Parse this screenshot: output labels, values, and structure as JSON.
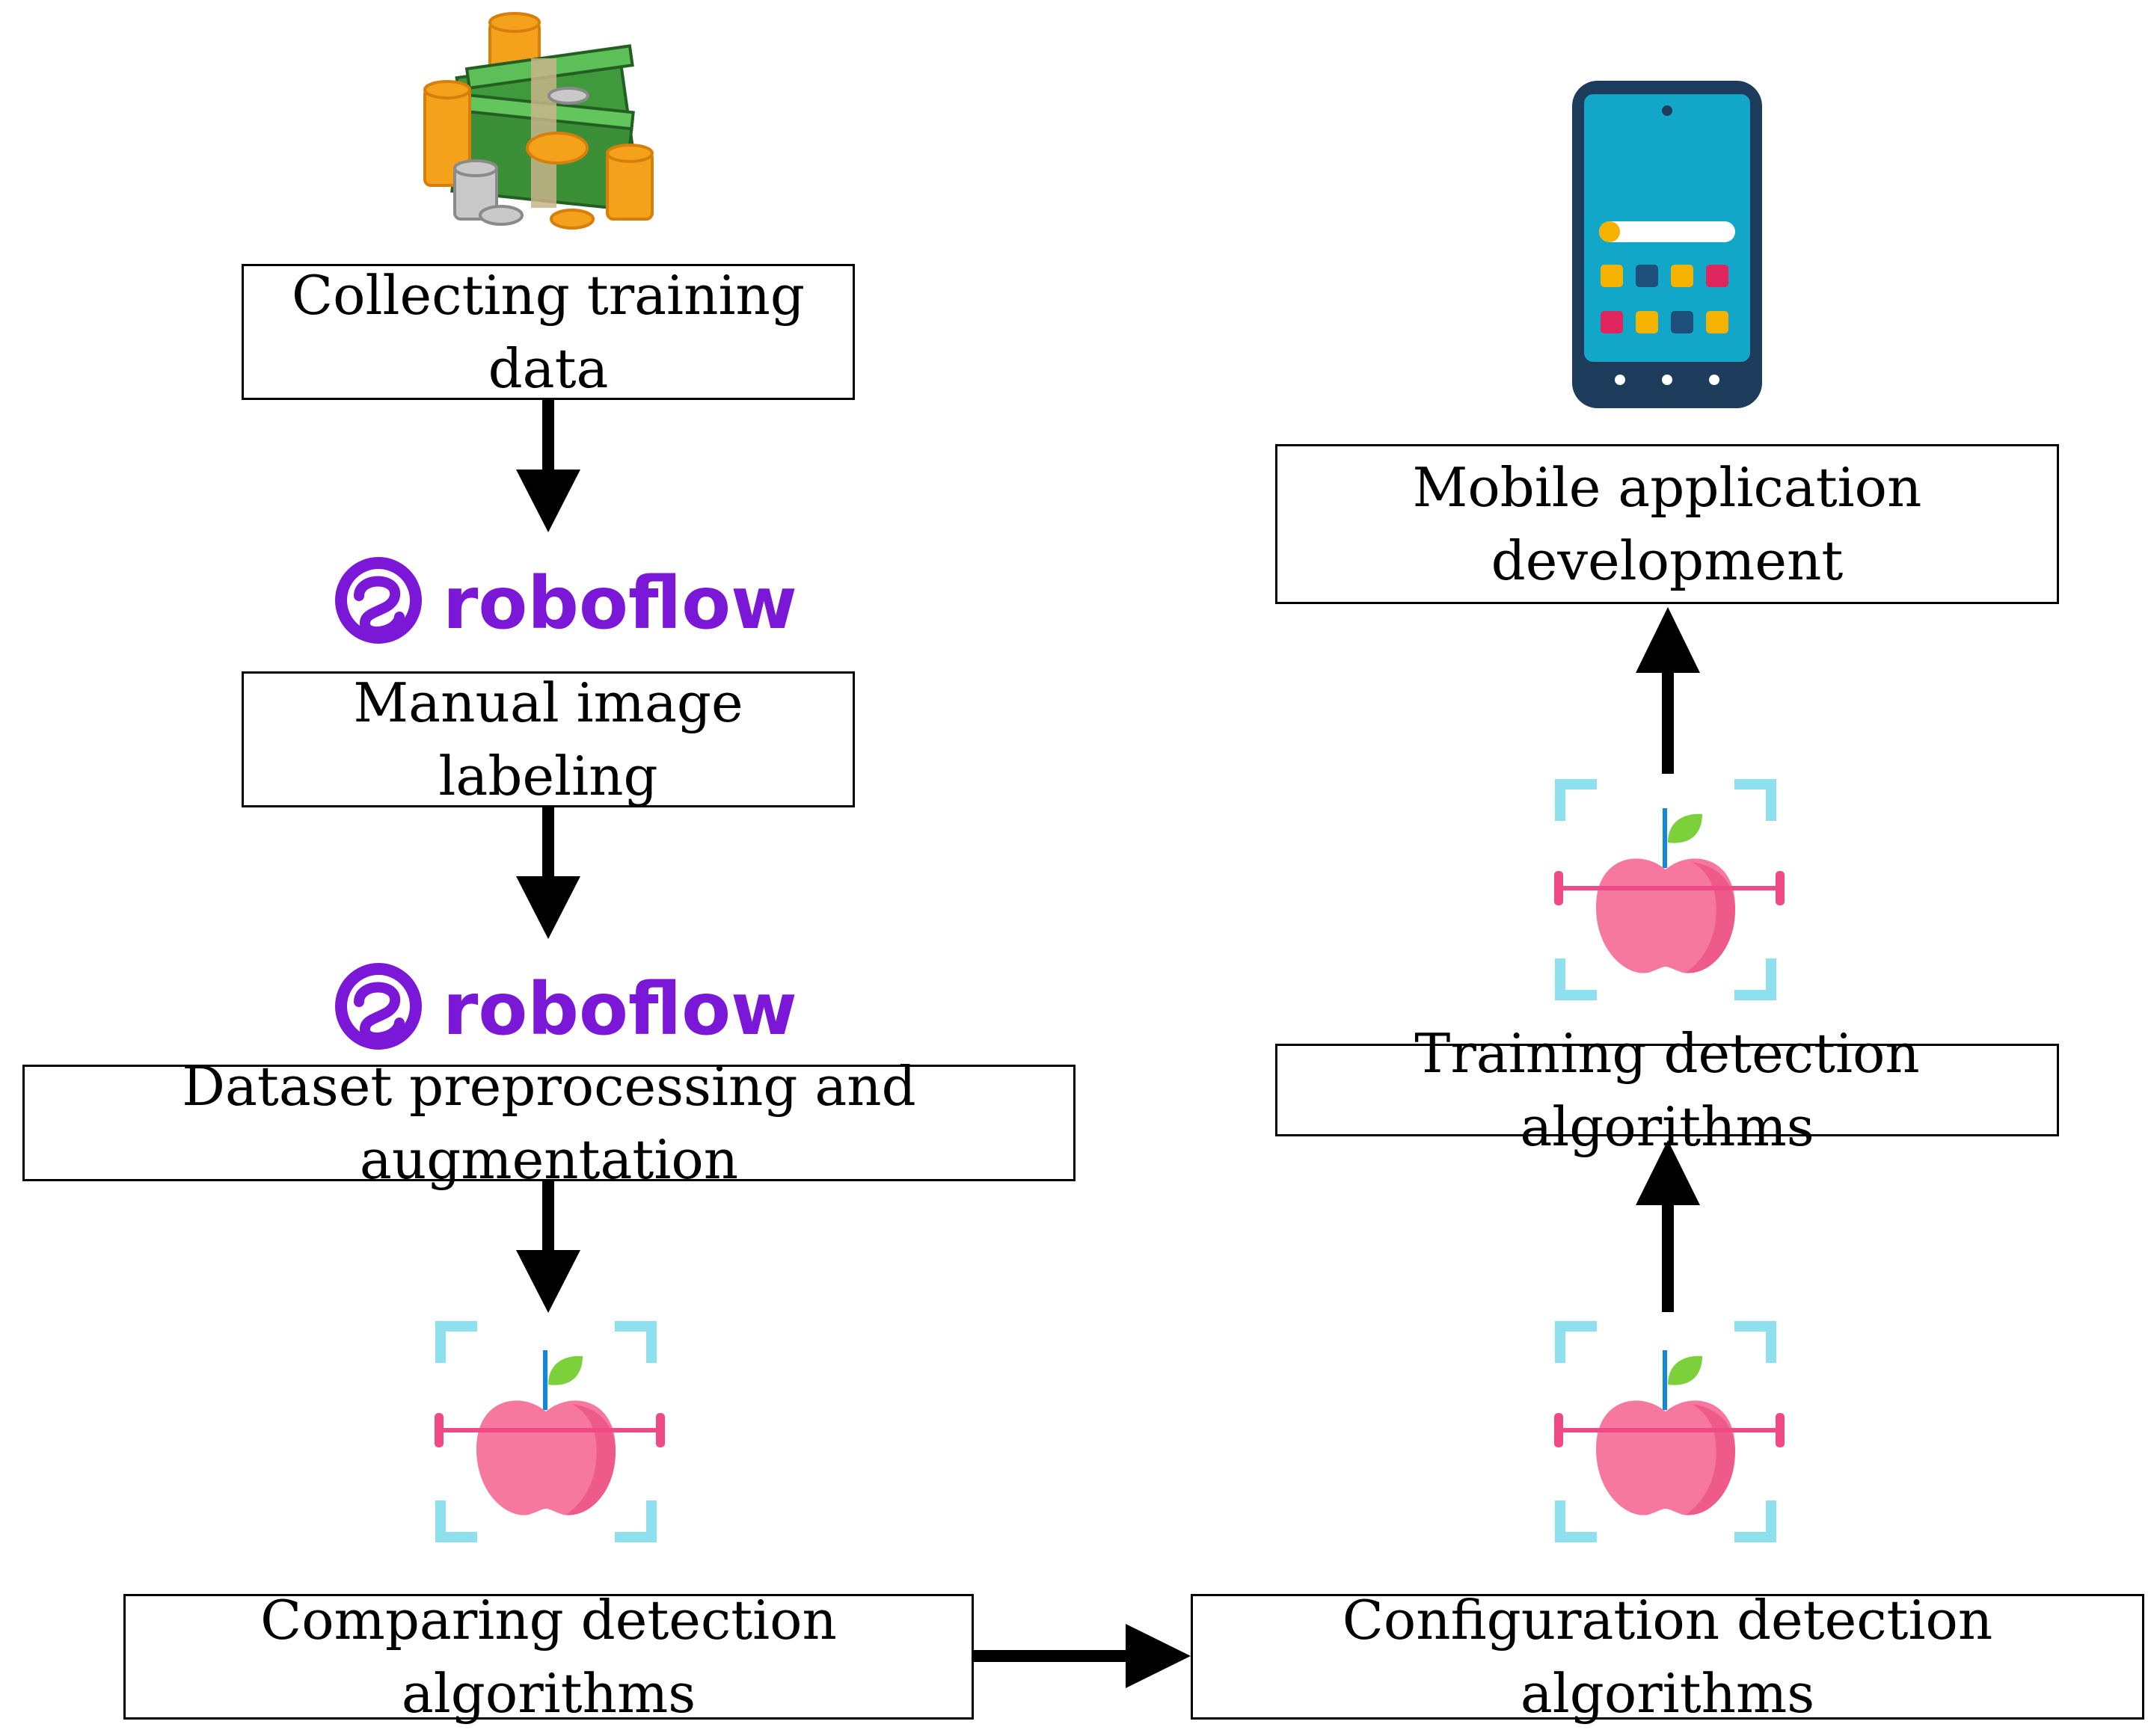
{
  "steps": {
    "collect": "Collecting training data",
    "label": "Manual image labeling",
    "preprocess": "Dataset preprocessing and augmentation",
    "compare": "Comparing detection algorithms",
    "configure": "Configuration detection algorithms",
    "train": "Training detection algorithms",
    "mobile": "Mobile application development"
  },
  "logos": {
    "roboflow_1": "roboflow",
    "roboflow_2": "roboflow"
  },
  "icons": {
    "money": "money-stack-icon",
    "roboflow": "roboflow-logo-icon",
    "apple_detection": "apple-detection-icon",
    "smartphone": "smartphone-icon"
  },
  "colors": {
    "roboflow_purple": "#7b18d8",
    "apple_pink": "#f7789f",
    "frame_cyan": "#8fe0ef",
    "phone_blue": "#12a6c9",
    "phone_frame": "#1d3b5a",
    "money_green": "#3e9a3b",
    "coin_orange": "#f4a21c"
  }
}
